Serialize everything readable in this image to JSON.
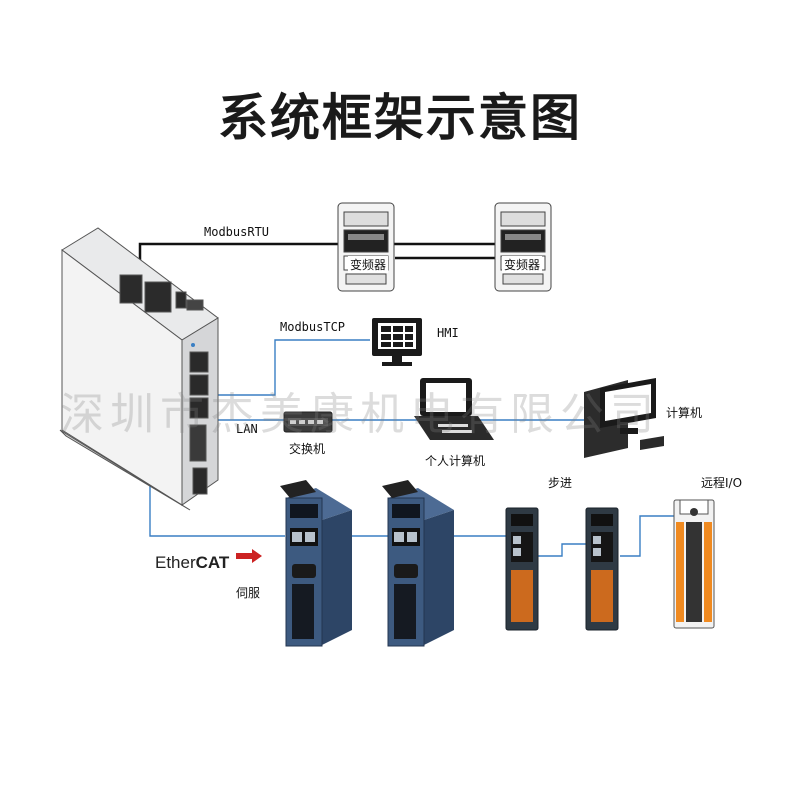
{
  "title": "系统框架示意图",
  "labels": {
    "modbus_rtu": "ModbusRTU",
    "modbus_tcp": "ModbusTCP",
    "hmi": "HMI",
    "lan": "LAN",
    "switch": "交换机",
    "personal_computer": "个人计算机",
    "computer": "计算机",
    "inverter": "变频器",
    "stepper": "步进",
    "remote_io": "远程I/O",
    "servo": "伺服",
    "ethercat_prefix": "Ether",
    "ethercat_bold": "CAT"
  },
  "watermark": "深圳市杰美康机电有限公司",
  "colors": {
    "fieldbus_line": "#111111",
    "network_line": "#3a7fc4",
    "ethercat_red": "#cc2222",
    "servo_body": "#3d5a80",
    "stepper_body": "#2f3a44",
    "io_orange": "#f08a20"
  }
}
